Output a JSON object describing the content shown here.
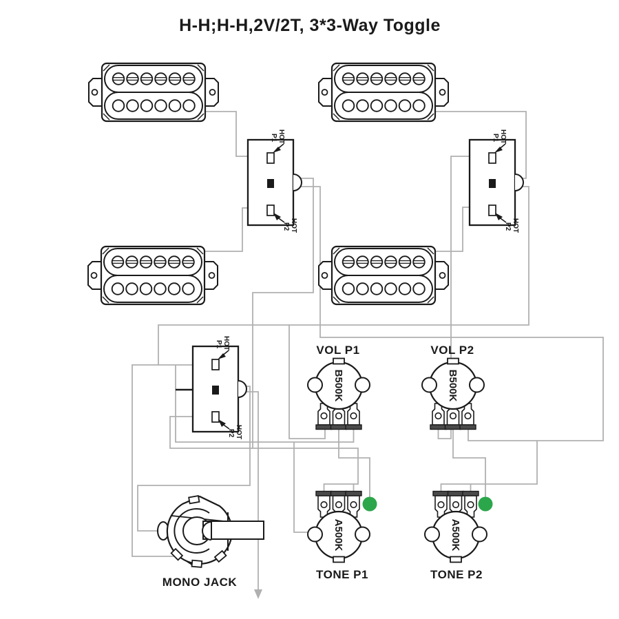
{
  "title": "H-H;H-H,2V/2T, 3*3-Way Toggle",
  "colors": {
    "outline": "#1a1a1a",
    "wire": "#b0b0b0",
    "ground_dot": "#2ca64b"
  },
  "switches": [
    {
      "name": "3-way toggle 1",
      "top": {
        "line1": "HOT",
        "line2": "P1"
      },
      "bottom": {
        "line1": "HOT",
        "line2": "P2"
      }
    },
    {
      "name": "3-way toggle 2",
      "top": {
        "line1": "HOT",
        "line2": "P1"
      },
      "bottom": {
        "line1": "HOT",
        "line2": "P2"
      }
    },
    {
      "name": "3-way toggle 3",
      "top": {
        "line1": "HOT",
        "line2": "P1"
      },
      "bottom": {
        "line1": "HOT",
        "line2": "P2"
      }
    }
  ],
  "pots": {
    "vol_p1": {
      "label": "VOL P1",
      "value": "B500K"
    },
    "vol_p2": {
      "label": "VOL P2",
      "value": "B500K"
    },
    "tone_p1": {
      "label": "TONE P1",
      "value": "A500K"
    },
    "tone_p2": {
      "label": "TONE P2",
      "value": "A500K"
    }
  },
  "jack": {
    "label": "MONO JACK"
  }
}
